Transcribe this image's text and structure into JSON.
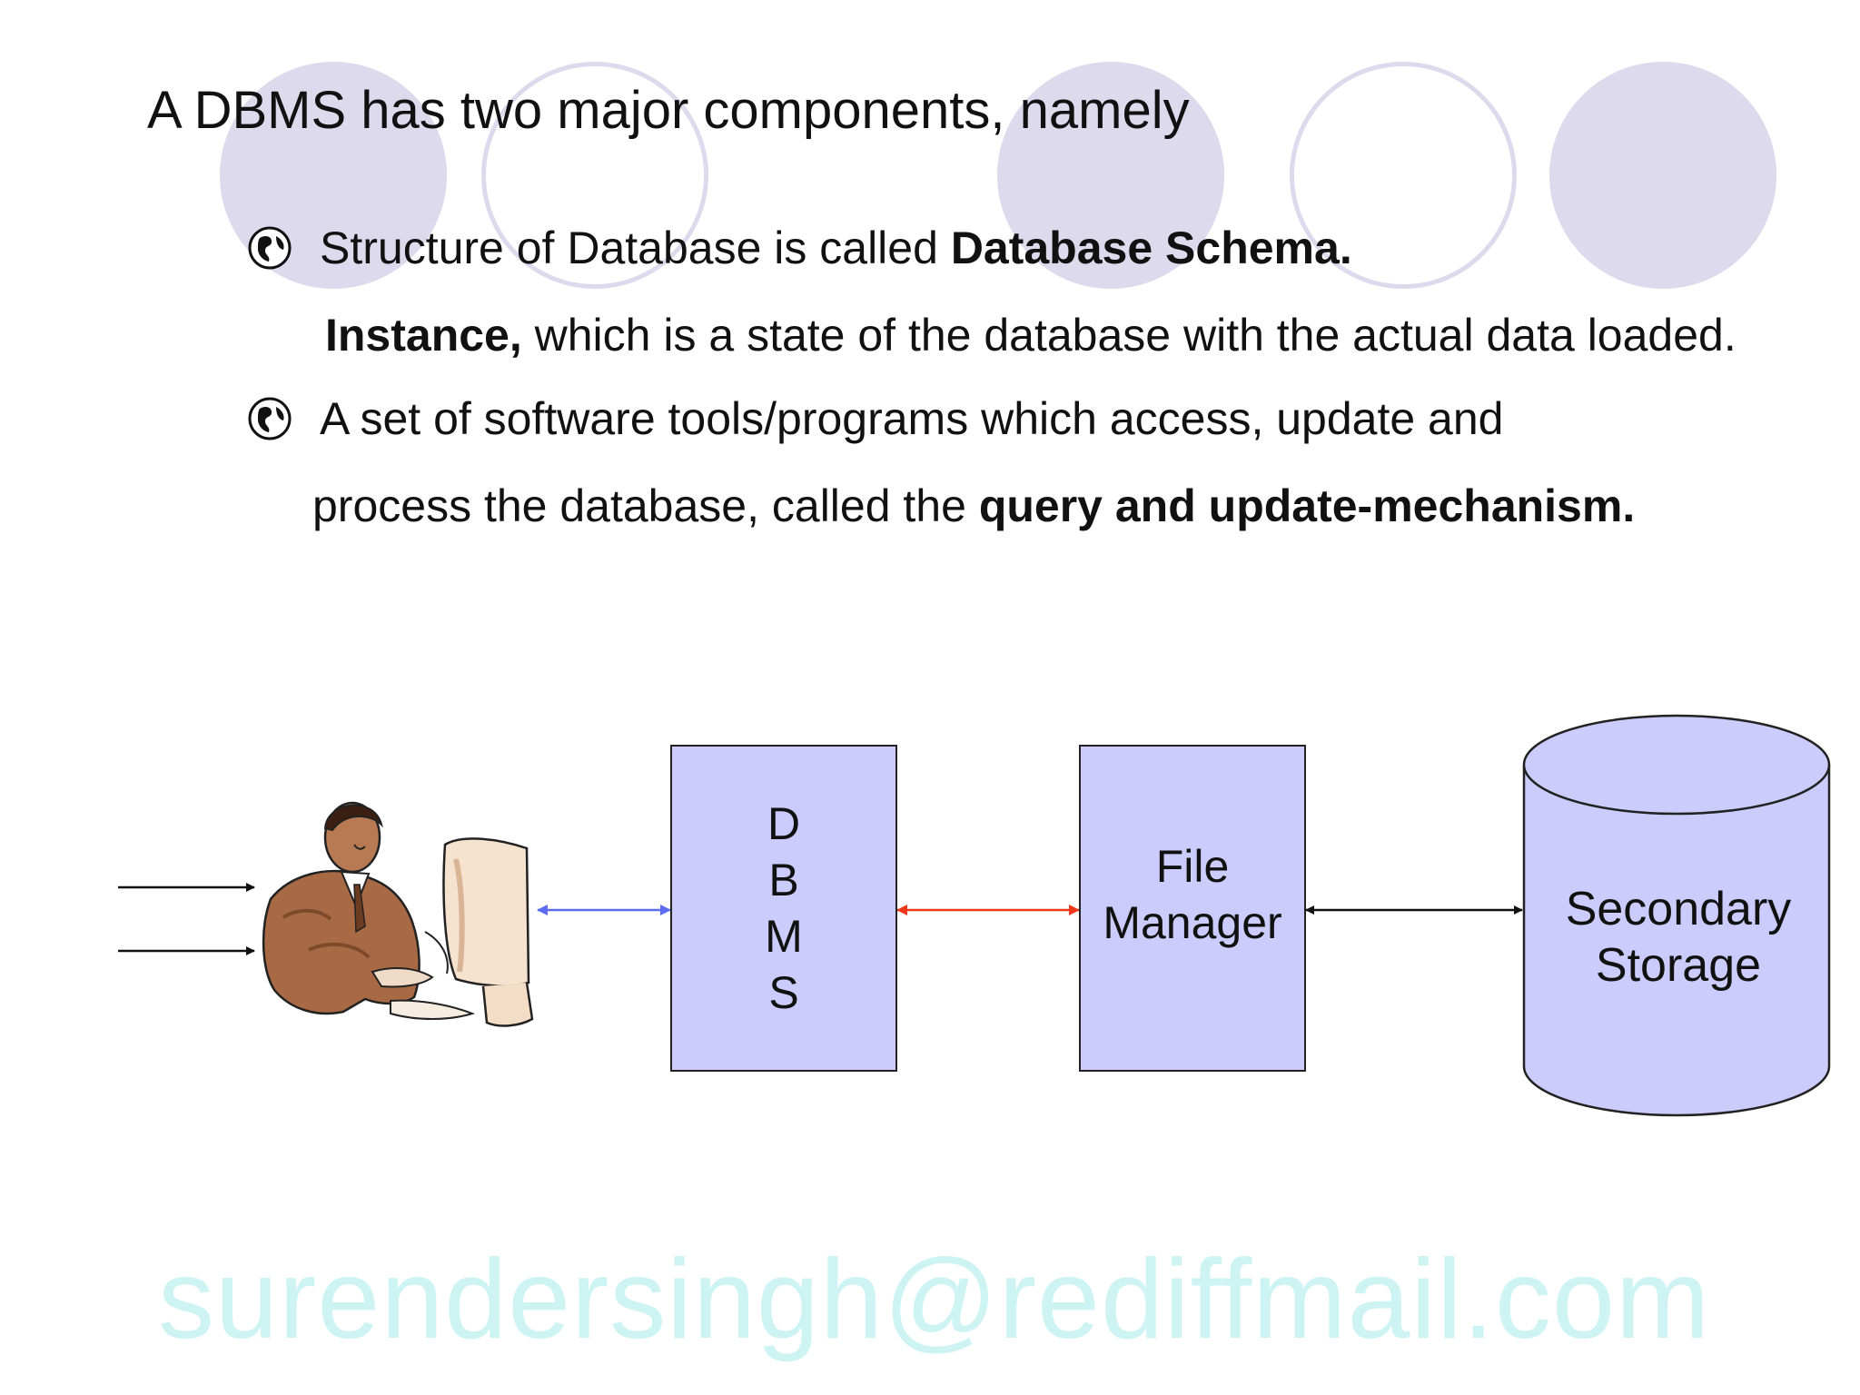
{
  "slide": {
    "title": "A DBMS has two major components, namely",
    "bullet_icon": "globe-icon",
    "bullets": [
      {
        "line1_plain": "Structure of Database is called ",
        "line1_bold": "Database Schema.",
        "line2_bold": "Instance,",
        "line2_plain": " which is a state of the database with the actual data loaded."
      },
      {
        "line1_plain": "A set of software tools/programs which access, update and",
        "line2_plain": "process the database, called the ",
        "line2_bold": "query and update-mechanism."
      }
    ]
  },
  "diagram": {
    "user_icon": "user-at-computer-icon",
    "dbms_letters": [
      "D",
      "B",
      "M",
      "S"
    ],
    "file_manager_line1": "File",
    "file_manager_line2": "Manager",
    "storage_line1": "Secondary",
    "storage_line2": "Storage",
    "colors": {
      "box_fill": "#ccccfc",
      "arrow_user_dbms": "#5b6cf0",
      "arrow_dbms_fm": "#ee3a1b",
      "arrow_fm_storage": "#111111"
    }
  },
  "watermark": "surendersingh@rediffmail.com",
  "colors": {
    "decor_circle": "#dcdaec",
    "watermark": "#cdf3f3"
  }
}
